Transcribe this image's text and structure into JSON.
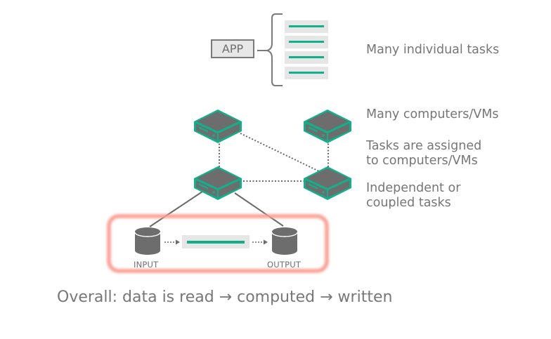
{
  "app": {
    "label": "APP"
  },
  "tasks": {
    "count": 4
  },
  "side_labels": {
    "many_tasks": "Many individual tasks",
    "many_computers": "Many computers/VMs",
    "assigned_line1": "Tasks are assigned",
    "assigned_line2": "to computers/VMs",
    "independent_line1": "Independent or",
    "independent_line2": "coupled tasks"
  },
  "io": {
    "input_label": "INPUT",
    "output_label": "OUTPUT"
  },
  "footer": {
    "text": "Overall: data is read → computed → written"
  },
  "colors": {
    "accent": "#12b08a",
    "server_body": "#6d6d6d",
    "task_bg": "#e6e6e6",
    "highlight": "#fb9b8f",
    "text": "#767676",
    "line": "#6a6a6a"
  }
}
